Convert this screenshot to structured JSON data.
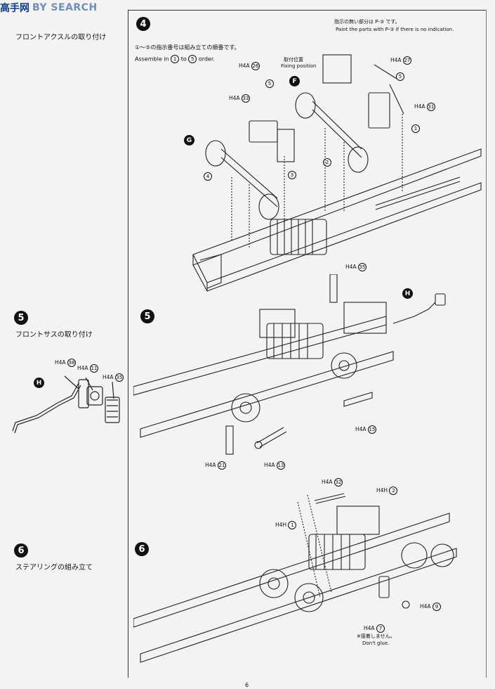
{
  "watermark": {
    "mark": "高手网",
    "text": "BY SEARCH"
  },
  "left_steps": [
    {
      "num": "5",
      "title": "フロントサスの取り付け"
    },
    {
      "num": "6",
      "title": "ステアリングの組み立て"
    }
  ],
  "top_left_title": "フロントアクスルの取り付け",
  "step4": {
    "num": "4",
    "note_jp": "①～⑤の指示番号は組み立ての順番です。",
    "note_en_a": "Assemble in",
    "note_en_b": "to",
    "note_en_c": "order.",
    "order_start": "1",
    "order_end": "5",
    "paint_jp": "指示の無い部分は P-③ です。",
    "paint_en": "Paint the parts with P-③ if there is no indication.",
    "fixing_jp": "取付位置",
    "fixing_en": "Fixing position",
    "parts": [
      {
        "code": "H4A",
        "num": "26"
      },
      {
        "code": "H4A",
        "num": "33"
      },
      {
        "code": "H4A",
        "num": "27"
      },
      {
        "code": "H4A",
        "num": "31"
      }
    ],
    "letters": [
      "F",
      "G"
    ],
    "order": [
      "1",
      "2",
      "3",
      "4",
      "5",
      "5"
    ]
  },
  "step5": {
    "num": "5",
    "parts": [
      {
        "code": "H4A",
        "num": "35"
      },
      {
        "code": "H4A",
        "num": "15"
      },
      {
        "code": "H4A",
        "num": "21"
      },
      {
        "code": "H4A",
        "num": "13"
      }
    ],
    "letter": "H"
  },
  "step5_left": {
    "parts": [
      {
        "code": "H4A",
        "num": "38"
      },
      {
        "code": "H4A",
        "num": "11"
      },
      {
        "code": "H4A",
        "num": "35"
      }
    ],
    "letter": "H"
  },
  "step6": {
    "num": "6",
    "parts": [
      {
        "code": "H4A",
        "num": "32"
      },
      {
        "code": "H4H",
        "num": "2"
      },
      {
        "code": "H4H",
        "num": "1"
      },
      {
        "code": "H4A",
        "num": "9"
      },
      {
        "code": "H4A",
        "num": "7"
      }
    ],
    "noglue_jp": "※接着しません。",
    "noglue_en": "Don't glue."
  },
  "page_number": "6",
  "colors": {
    "ink": "#111111",
    "paper": "#f4f3f1",
    "logo": "#0a3d86"
  }
}
